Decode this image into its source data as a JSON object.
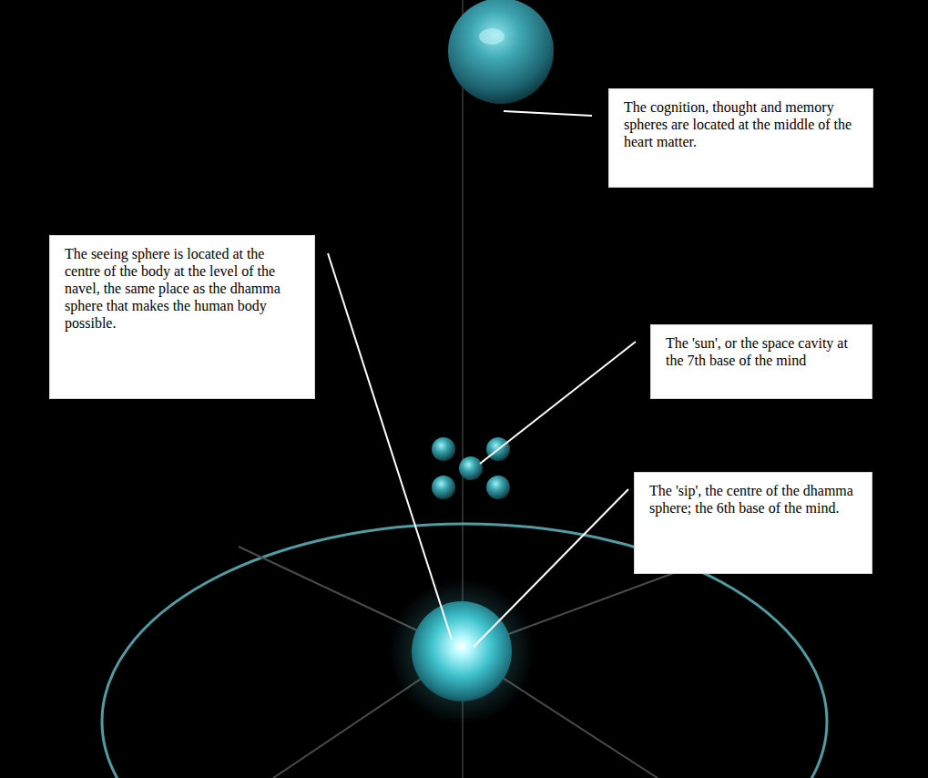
{
  "diagram": {
    "nodes": [
      {
        "text": [
          "The cognition, thought and memory spheres are located at the middle of the heart matter."
        ]
      },
      {
        "text": [
          "The seeing sphere is located at the centre of the body at the level of the navel, the same place as the dhamma sphere that makes the human body possible."
        ]
      },
      {
        "text": [
          "The 'sun', or the space cavity at the 7th base of the mind"
        ]
      },
      {
        "text": [
          "The 'sip', the centre of the dhamma sphere; the 6th base of the mind."
        ]
      }
    ]
  }
}
